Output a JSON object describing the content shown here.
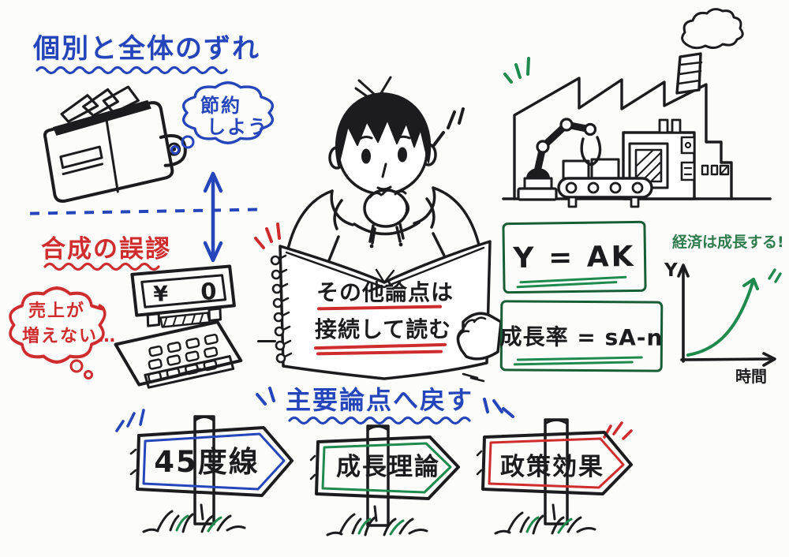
{
  "colors": {
    "blue": "#2546bb",
    "red": "#cf2d2d",
    "green": "#1f8a4e",
    "green_dark": "#175e36",
    "ink": "#1c1c1e",
    "background": "#fcfcfa"
  },
  "top_left": {
    "title": "個別と全体のずれ",
    "thought_bubble": {
      "line1": "節約",
      "line2": "しよう"
    }
  },
  "middle_left": {
    "title": "合成の誤謬",
    "thought_bubble": {
      "line1": "売上が",
      "line2": "増えない…"
    },
    "cash_register": {
      "currency_symbol": "¥",
      "amount": "0"
    }
  },
  "center": {
    "book_text": {
      "line1": "その他論点は",
      "line2": "接続して読む"
    }
  },
  "right": {
    "formula_primary": "Y = AK",
    "formula_growth_rate": "成長率 = sA-n",
    "chart": {
      "type": "line",
      "title": "経済は成長する!",
      "y_axis_label": "Y",
      "x_axis_label": "時間",
      "trend": "exponential increase over time"
    }
  },
  "bottom": {
    "heading": "主要論点へ戻す",
    "signposts": [
      {
        "label": "45度線",
        "accent": "#2546bb"
      },
      {
        "label": "成長理論",
        "accent": "#1f8a4e"
      },
      {
        "label": "政策効果",
        "accent": "#cf2d2d"
      }
    ]
  }
}
